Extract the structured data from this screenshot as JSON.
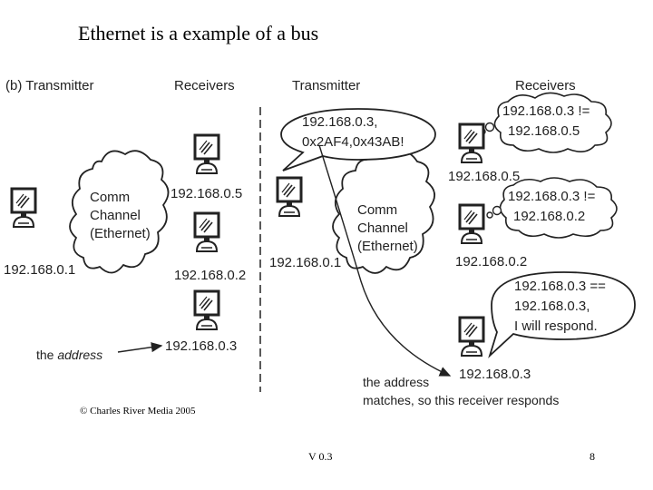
{
  "title": "Ethernet is a example of a bus",
  "left_panel": {
    "label_transmitter": "(b) Transmitter",
    "label_receivers": "Receivers",
    "cloud_lines": [
      "Comm",
      "Channel",
      "(Ethernet)"
    ],
    "transmitter_ip": "192.168.0.1",
    "receiver_ips": [
      "192.168.0.5",
      "192.168.0.2",
      "192.168.0.3"
    ],
    "address_note_prefix": "the ",
    "address_note_em": "address"
  },
  "right_panel": {
    "label_transmitter": "Transmitter",
    "label_receivers": "Receivers",
    "cloud_lines": [
      "Comm",
      "Channel",
      "(Ethernet)"
    ],
    "transmitter_ip": "192.168.0.1",
    "transmit_bubble": [
      "192.168.0.3,",
      "0x2AF4,0x43AB!"
    ],
    "receiver_ips": [
      "192.168.0.5",
      "192.168.0.2",
      "192.168.0.3"
    ],
    "thought_1": [
      "192.168.0.3 !=",
      "192.168.0.5"
    ],
    "thought_2": [
      "192.168.0.3 !=",
      "192.168.0.2"
    ],
    "speech_3": [
      "192.168.0.3 ==",
      "192.168.0.3,",
      "I will respond."
    ],
    "match_note": [
      "the address",
      "matches, so this receiver responds"
    ]
  },
  "footer": {
    "copyright": "© Charles River Media 2005",
    "version": "V 0.3",
    "page": "8"
  }
}
